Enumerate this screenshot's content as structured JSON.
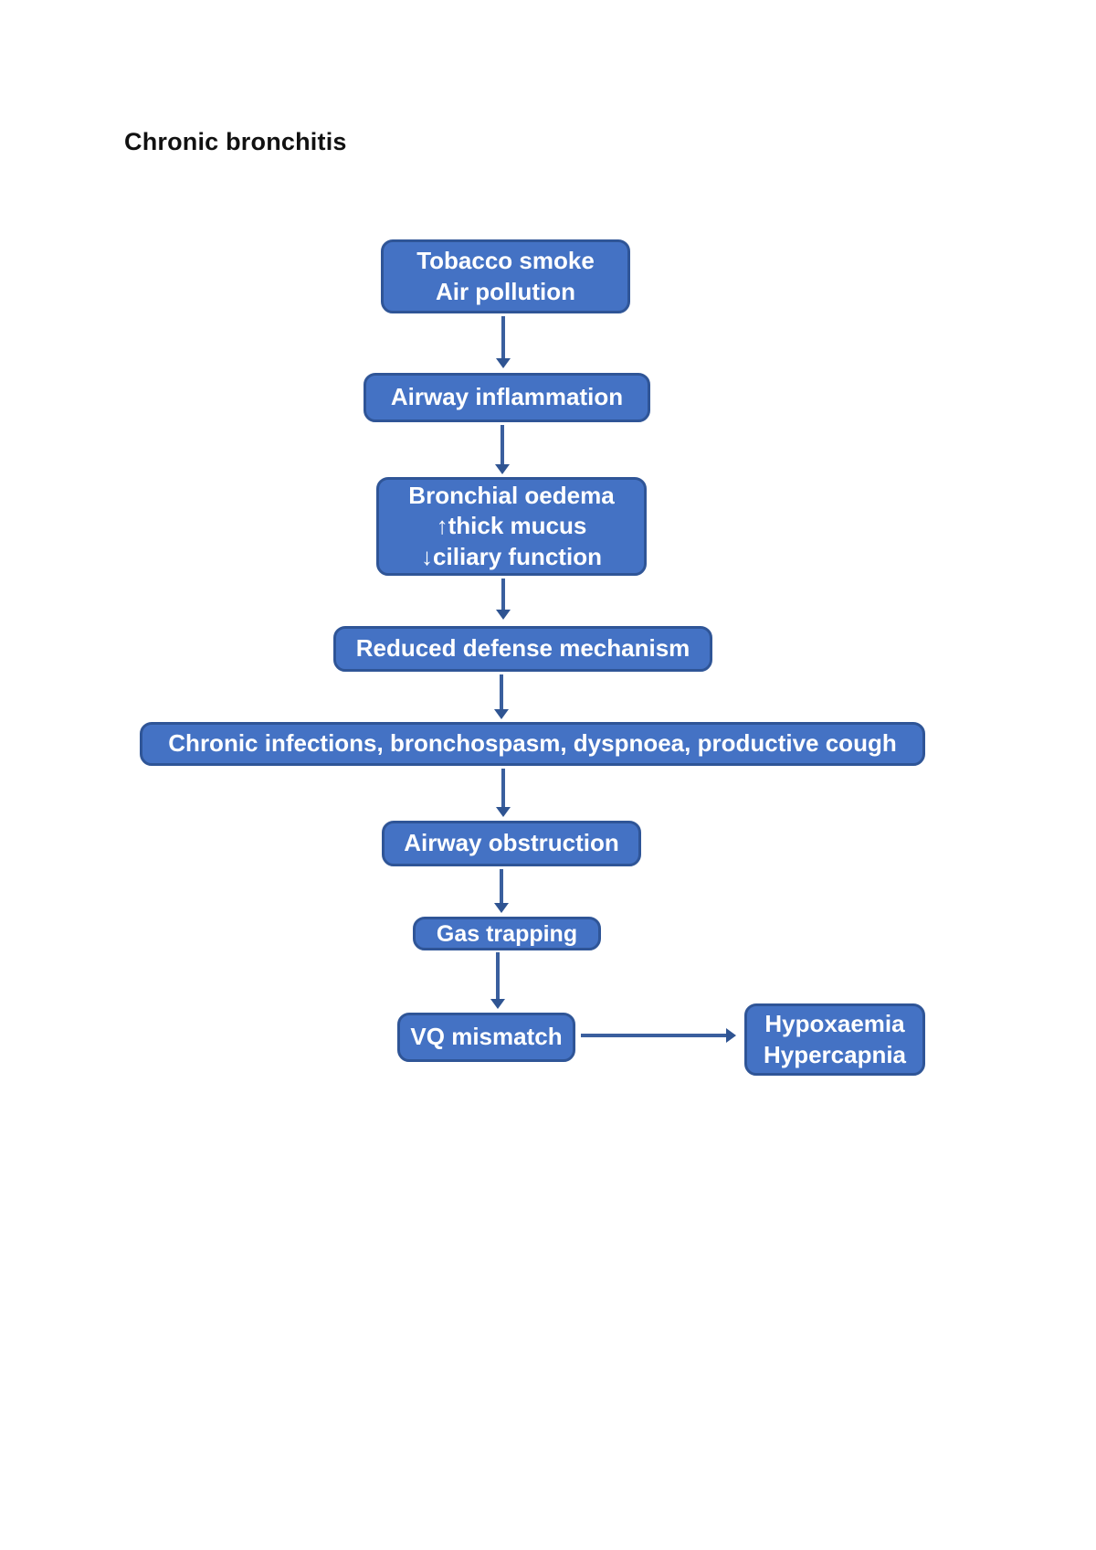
{
  "page": {
    "title": "Chronic bronchitis"
  },
  "flowchart": {
    "colors": {
      "node_fill": "#4472C4",
      "node_border": "#2F5597",
      "arrow": "#3A5F9E",
      "text": "#FFFFFF"
    },
    "nodes": [
      {
        "id": "causes",
        "lines": [
          "Tobacco smoke",
          "Air pollution"
        ]
      },
      {
        "id": "inflammation",
        "lines": [
          "Airway inflammation"
        ]
      },
      {
        "id": "oedema",
        "lines": [
          "Bronchial oedema",
          "↑thick mucus",
          "↓ciliary function"
        ]
      },
      {
        "id": "defense",
        "lines": [
          "Reduced defense mechanism"
        ]
      },
      {
        "id": "chronic",
        "lines": [
          "Chronic infections, bronchospasm, dyspnoea, productive cough"
        ]
      },
      {
        "id": "obstruction",
        "lines": [
          "Airway obstruction"
        ]
      },
      {
        "id": "gas",
        "lines": [
          "Gas trapping"
        ]
      },
      {
        "id": "vq",
        "lines": [
          "VQ mismatch"
        ]
      },
      {
        "id": "outcome",
        "lines": [
          "Hypoxaemia",
          "Hypercapnia"
        ]
      }
    ],
    "edges": [
      {
        "from": "causes",
        "to": "inflammation",
        "direction": "down"
      },
      {
        "from": "inflammation",
        "to": "oedema",
        "direction": "down"
      },
      {
        "from": "oedema",
        "to": "defense",
        "direction": "down"
      },
      {
        "from": "defense",
        "to": "chronic",
        "direction": "down"
      },
      {
        "from": "chronic",
        "to": "obstruction",
        "direction": "down"
      },
      {
        "from": "obstruction",
        "to": "gas",
        "direction": "down"
      },
      {
        "from": "gas",
        "to": "vq",
        "direction": "down"
      },
      {
        "from": "vq",
        "to": "outcome",
        "direction": "right"
      }
    ]
  }
}
